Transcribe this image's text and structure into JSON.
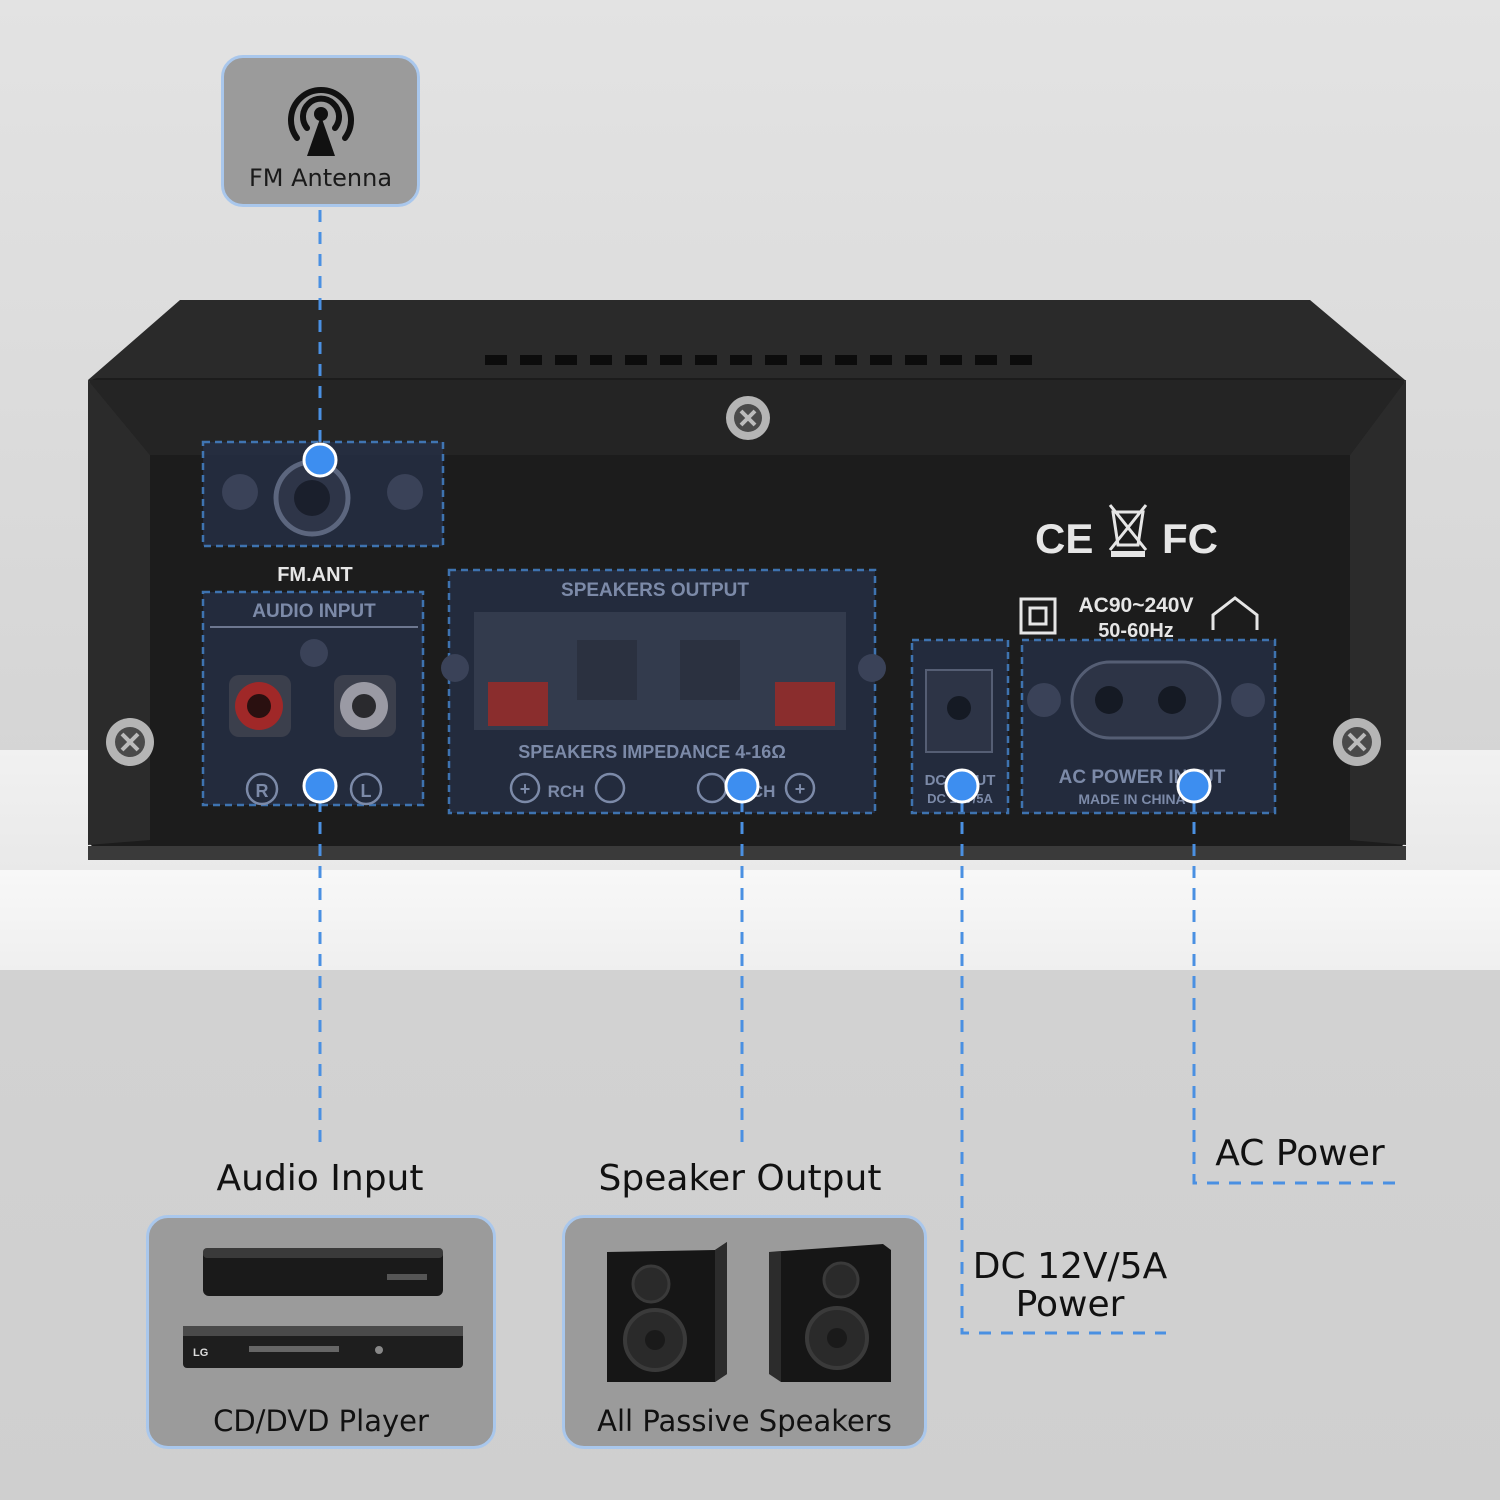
{
  "callouts": {
    "fm_antenna": "FM Antenna",
    "audio_input": "Audio Input",
    "speaker_output": "Speaker Output",
    "dc_power_line1": "DC 12V/5A",
    "dc_power_line2": "Power",
    "ac_power": "AC Power"
  },
  "devices": {
    "cd_dvd": "CD/DVD Player",
    "speakers": "All Passive Speakers",
    "dvd_brand": "LG"
  },
  "panel": {
    "fm_ant": "FM.ANT",
    "audio_input": "AUDIO INPUT",
    "channel_r": "R",
    "channel_l": "L",
    "speakers_output": "SPEAKERS OUTPUT",
    "speakers_impedance": "SPEAKERS IMPEDANCE 4-16Ω",
    "rch": "RCH",
    "lch": "LCH",
    "dc_input_1": "DC INPUT",
    "dc_input_2": "DC 12V/5A",
    "voltage": "AC90~240V",
    "frequency": "50-60Hz",
    "ac_power_input": "AC POWER INPUT",
    "made_in": "MADE IN CHINA",
    "cert_ce": "CE",
    "cert_fc": "FC"
  },
  "colors": {
    "accent_blue": "#4a90e2",
    "dot_blue": "#3d8ef0",
    "chassis": "#1b1b1b",
    "bubble_grey": "#9b9b9b"
  },
  "icons": [
    "antenna-signal-icon"
  ]
}
